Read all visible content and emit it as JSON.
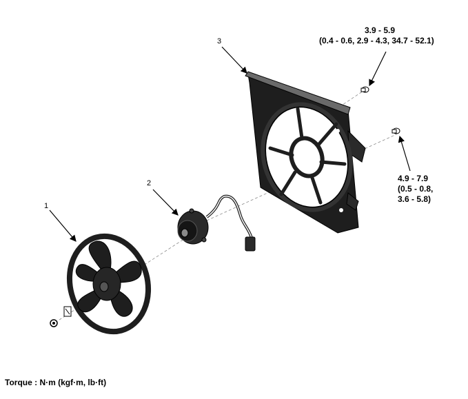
{
  "callouts": {
    "fan": "1",
    "motor": "2",
    "shroud": "3"
  },
  "torque_top": {
    "line1": "3.9 - 5.9",
    "line2": "(0.4 - 0.6, 2.9 - 4.3, 34.7 - 52.1)"
  },
  "torque_right": {
    "line1": "4.9 - 7.9",
    "line2": "(0.5 - 0.8,",
    "line3": "3.6 - 5.8)"
  },
  "footer": {
    "torque_units": "Torque : N·m (kgf·m, lb·ft)"
  },
  "colors": {
    "part_fill": "#1e1e1e",
    "part_edge": "#000000",
    "shroud_top": "#5a5a5a",
    "leader": "#000000",
    "center_line": "#888888"
  }
}
